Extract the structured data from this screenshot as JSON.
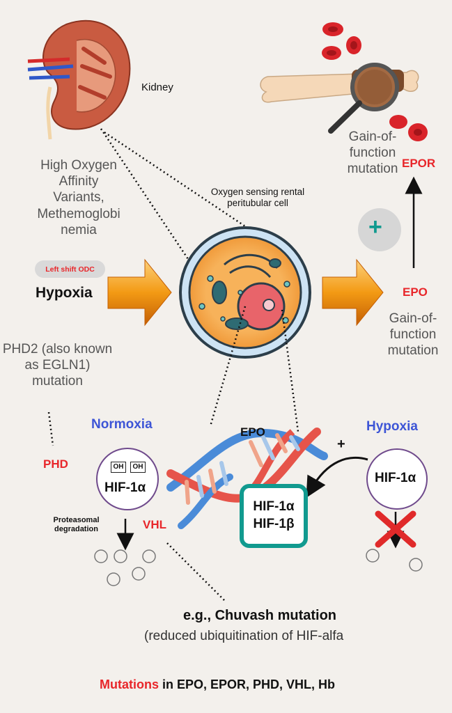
{
  "kidney_label": "Kidney",
  "high_oxygen_text": "High Oxygen\nAffinity\nVariants,\nMethemoglobi\nnemia",
  "left_shift_badge": "Left shift ODC",
  "hypoxia_left": "Hypoxia",
  "oxygen_sensing_text": "Oxygen sensing rental\nperitubular cell",
  "epor_gof_text": "Gain-of-\nfunction\nmutation",
  "epor_label": "EPOR",
  "plus_symbol": "+",
  "epo_right_label": "EPO",
  "epo_gof_text": "Gain-of-\nfunction\nmutation",
  "phd2_text": "PHD2 (also known\nas EGLN1)\nmutation",
  "normoxia_label": "Normoxia",
  "phd_label": "PHD",
  "oh_label_1": "OH",
  "oh_label_2": "OH",
  "hif1a_left": "HIF-1α",
  "proteasomal_text": "Proteasomal\ndegradation",
  "vhl_label": "VHL",
  "epo_dna_label": "EPO",
  "hypoxia_right": "Hypoxia",
  "hif1a_right": "HIF-1α",
  "hif1a_complex": "HIF-1α",
  "hif1b_complex": "HIF-1β",
  "arrow_plus": "+",
  "chuvash_title": "e.g., Chuvash mutation",
  "chuvash_sub": "(reduced ubiquitination of HIF-alfa",
  "footer_highlight": "Mutations",
  "footer_rest": " in EPO, EPOR, PHD, VHL, Hb",
  "colors": {
    "background": "#f3f0ec",
    "red": "#e8262a",
    "blue": "#3d55d6",
    "teal": "#119a8f",
    "orange": "#f39a14",
    "circle_border": "#6f4a8c"
  }
}
